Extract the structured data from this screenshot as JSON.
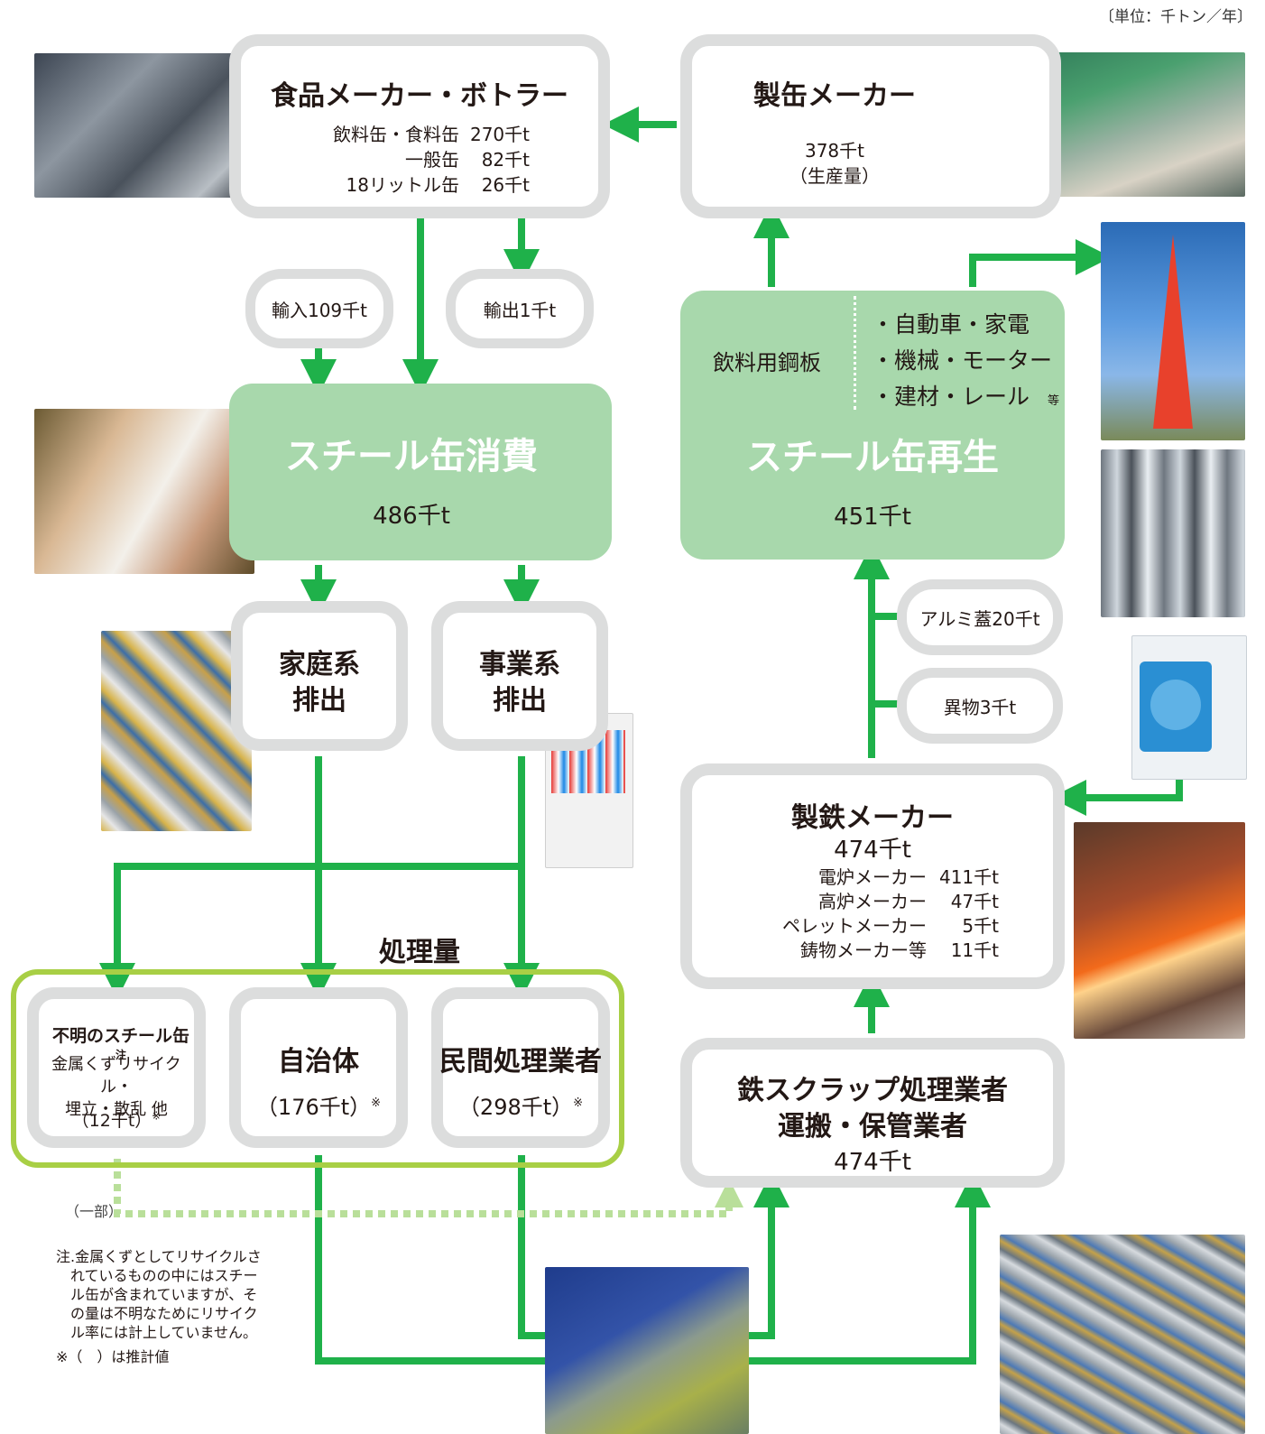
{
  "unit": "〔単位：千トン／年〕",
  "food_maker": {
    "title": "食品メーカー・ボトラー",
    "rows": [
      {
        "label": "飲料缶・食料缶",
        "value": "270千t"
      },
      {
        "label": "一般缶",
        "value": "82千t"
      },
      {
        "label": "18リットル缶",
        "value": "26千t"
      }
    ]
  },
  "can_maker": {
    "title": "製缶メーカー",
    "value": "378千t",
    "note": "（生産量）"
  },
  "import": "輸入109千t",
  "export": "輸出1千t",
  "consumption": {
    "title": "スチール缶消費",
    "value": "486千t"
  },
  "recycling": {
    "title": "スチール缶再生",
    "value": "451千t",
    "left_label": "飲料用鋼板",
    "uses": [
      "・自動車・家電",
      "・機械・モーター",
      "・建材・レール"
    ],
    "uses_suffix": "等"
  },
  "household": {
    "line1": "家庭系",
    "line2": "排出"
  },
  "business": {
    "line1": "事業系",
    "line2": "排出"
  },
  "aluminum": "アルミ蓋20千t",
  "foreign": "異物3千t",
  "steelmaker": {
    "title": "製鉄メーカー",
    "value": "474千t",
    "rows": [
      {
        "label": "電炉メーカー",
        "value": "411千t"
      },
      {
        "label": "高炉メーカー",
        "value": "47千t"
      },
      {
        "label": "ペレットメーカー",
        "value": "5千t"
      },
      {
        "label": "鋳物メーカー等",
        "value": "11千t"
      }
    ]
  },
  "processing_label": "処理量",
  "unknown": {
    "title": "不明のスチール缶",
    "title_sup": "注",
    "line1": "金属くずリサイクル・",
    "line2": "埋立・散乱 他",
    "value": "（12千t）",
    "mark": "※"
  },
  "municipality": {
    "title": "自治体",
    "value": "（176千t）",
    "mark": "※"
  },
  "private": {
    "title": "民間処理業者",
    "value": "（298千t）",
    "mark": "※"
  },
  "scrap": {
    "line1": "鉄スクラップ処理業者",
    "line2": "運搬・保管業者",
    "value": "474千t"
  },
  "partial": "（一部）",
  "note": {
    "lines": [
      "注.金属くずとしてリサイクルさ",
      "れているものの中にはスチー",
      "ル缶が含まれていますが、そ",
      "の量は不明なためにリサイク",
      "ル率には計上していません。"
    ],
    "estimate": "※（　）は推計値"
  },
  "colors": {
    "arrow": "#1fb14a",
    "panel": "#a8d8ac",
    "frame": "#dcdddd",
    "processing_frame": "#a8cf45"
  },
  "photos": [
    "factory-photo",
    "canline-photo",
    "students-photo",
    "tower-photo",
    "cars-photo",
    "washer-photo",
    "cans-basket-photo",
    "vending-machine-photo",
    "furnace-photo",
    "truck-photo",
    "bales-photo"
  ]
}
